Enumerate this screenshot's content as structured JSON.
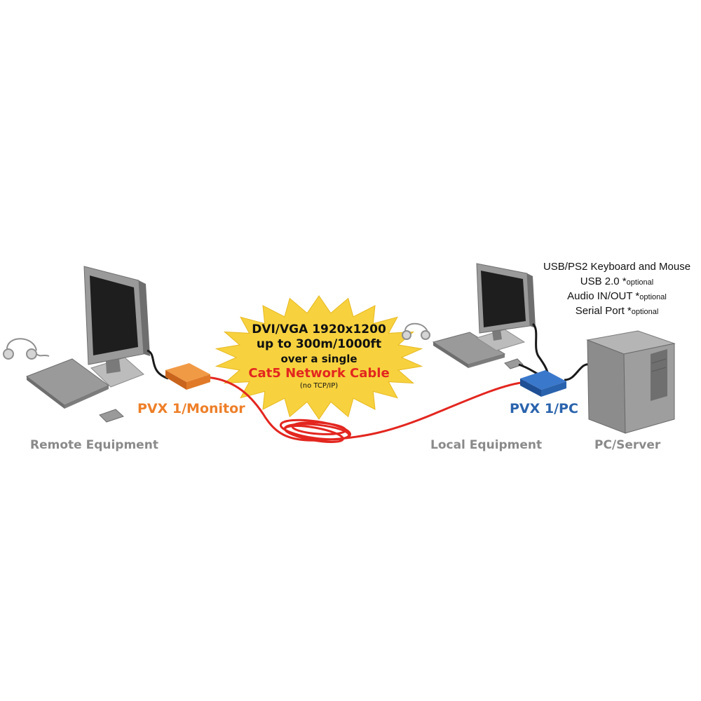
{
  "burst": {
    "line1": "DVI/VGA 1920x1200",
    "line2": "up to 300m/1000ft",
    "line3": "over a single",
    "line4": "Cat5 Network Cable",
    "line5": "(no TCP/IP)"
  },
  "labels": {
    "remote_equipment": "Remote Equipment",
    "pvx_monitor": "PVX 1/Monitor",
    "local_equipment": "Local Equipment",
    "pvx_pc": "PVX 1/PC",
    "pc_server": "PC/Server"
  },
  "features": [
    {
      "text": "USB/PS2 Keyboard and Mouse",
      "note": ""
    },
    {
      "text": "USB 2.0 *",
      "note": "optional"
    },
    {
      "text": "Audio IN/OUT *",
      "note": "optional"
    },
    {
      "text": "Serial Port *",
      "note": "optional"
    }
  ],
  "colors": {
    "cable": "#e3261f",
    "burst": "#f7d23e",
    "pvx_monitor": "#ee7f28",
    "pvx_pc": "#2a63ad",
    "equipment_gray": "#8f8f8f"
  }
}
